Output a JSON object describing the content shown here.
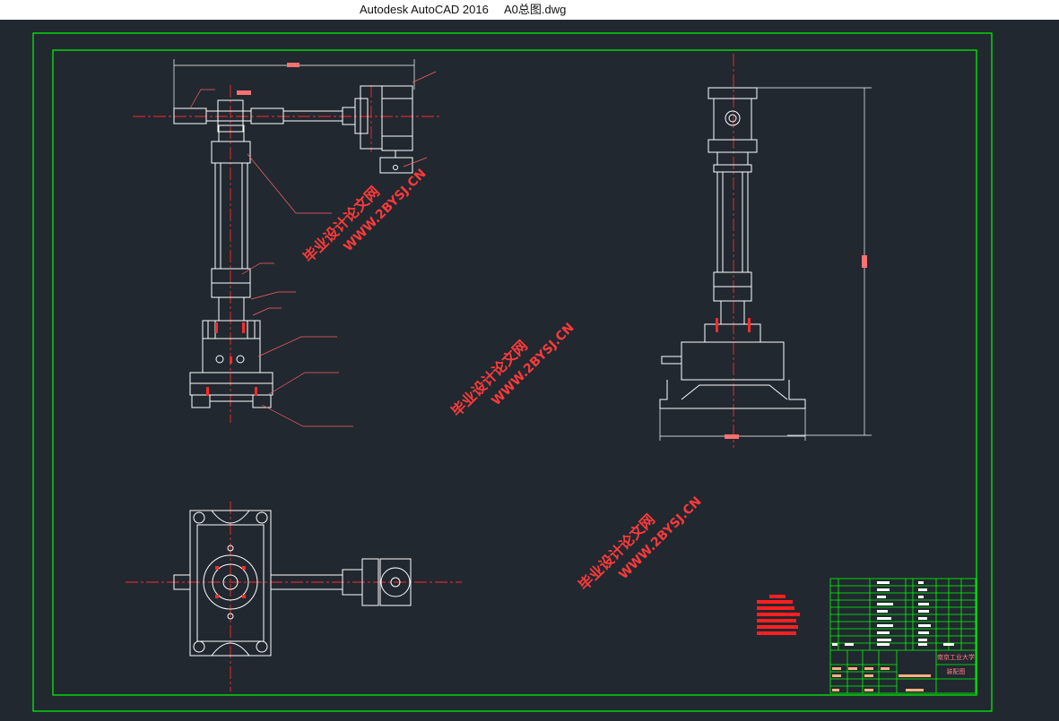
{
  "window": {
    "app_title": "Autodesk AutoCAD 2016",
    "file_name": "A0总图.dwg"
  },
  "watermarks": [
    {
      "cn": "毕业设计论文网",
      "url": "WWW.2BYSJ.CN"
    },
    {
      "cn": "毕业设计论文网",
      "url": "WWW.2BYSJ.CN"
    },
    {
      "cn": "毕业设计论文网",
      "url": "WWW.2BYSJ.CN"
    }
  ],
  "title_block": {
    "school": "南京工业大学",
    "drawing_name": "装配图"
  },
  "colors": {
    "background": "#212830",
    "frame": "#00ff00",
    "geometry": "#ffffff",
    "centerline": "#ff2a2a",
    "leader": "#ff6060",
    "watermark": "#ff3a3a",
    "dimension_tag": "#ff7070"
  }
}
